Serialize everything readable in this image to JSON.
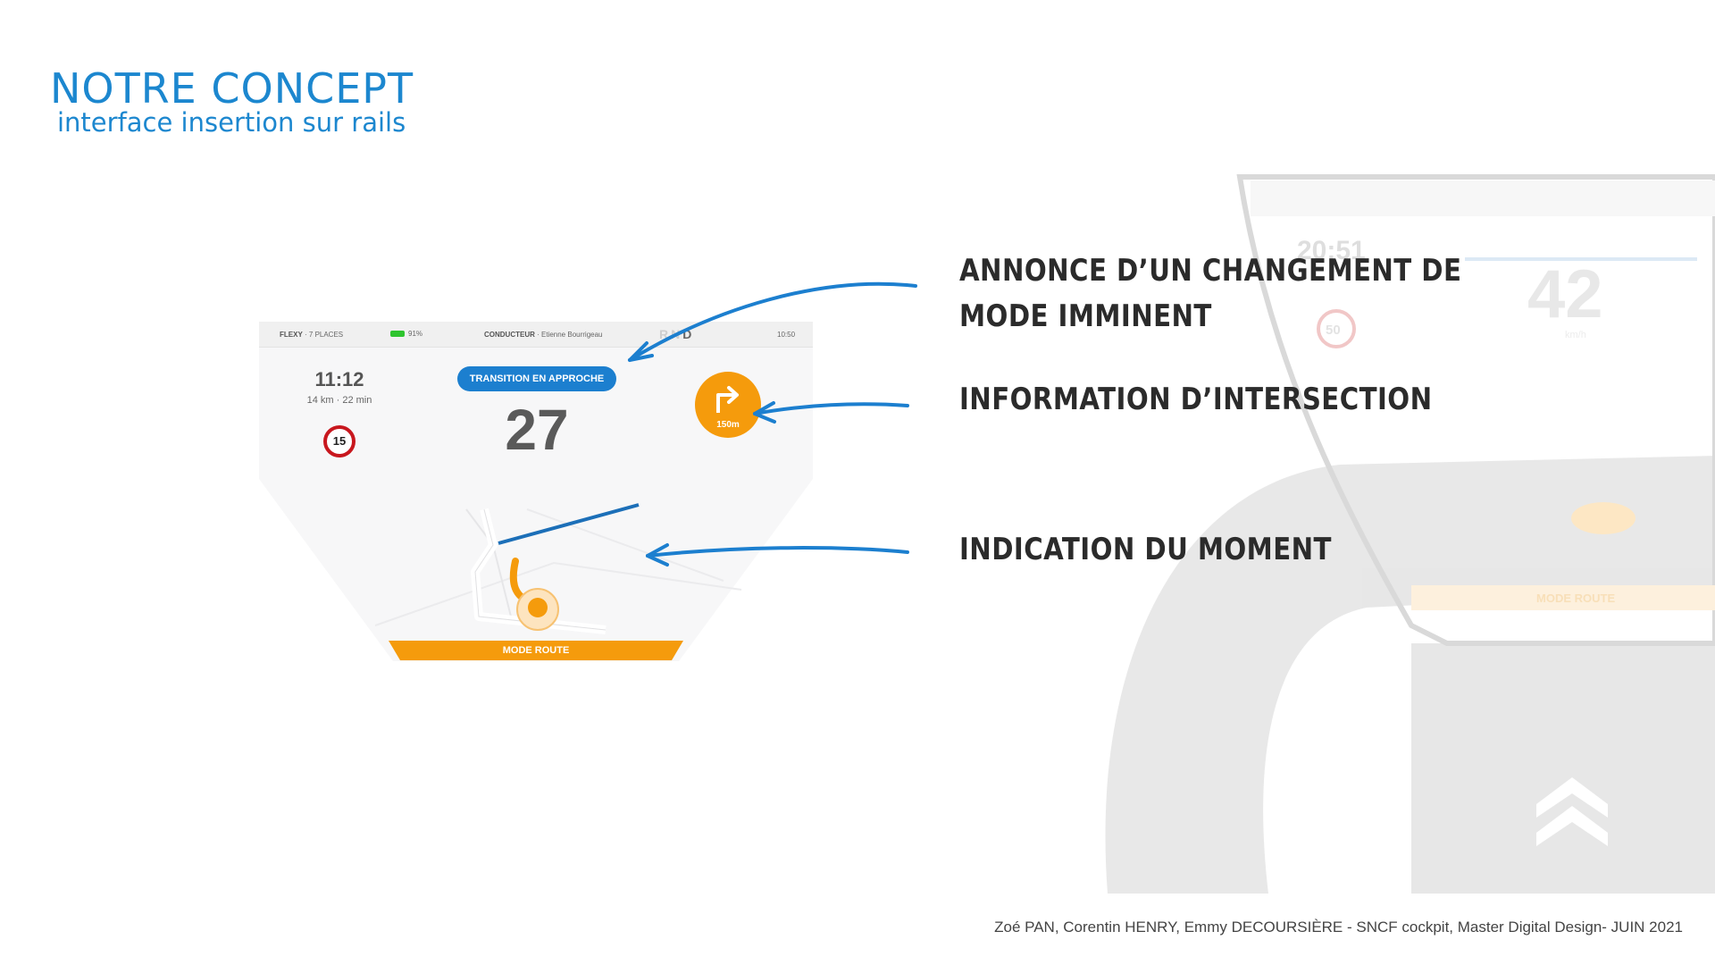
{
  "header": {
    "title": "NOTRE CONCEPT",
    "subtitle": "interface insertion sur rails"
  },
  "dashboard": {
    "statusbar": {
      "vehicle_label": "FLEXY",
      "vehicle_detail": " · 7 PLACES",
      "battery": "91%",
      "driver_label": "CONDUCTEUR",
      "driver_name": " · Etienne Bourrigeau",
      "gears": [
        "R",
        "N",
        "D"
      ],
      "active_gear": "D",
      "clock": "10:50"
    },
    "arrival_time": "11:12",
    "route_info": "14 km · 22 min",
    "speed_limit": "15",
    "transition_badge": "TRANSITION EN APPROCHE",
    "speed": "27",
    "turn_distance": "150m",
    "mode_label": "MODE ROUTE"
  },
  "annotations": {
    "mode_change_line1": "ANNONCE D’UN CHANGEMENT DE",
    "mode_change_line2": "MODE IMMINENT",
    "intersection": "INFORMATION D’INTERSECTION",
    "moment": "INDICATION DU MOMENT"
  },
  "background": {
    "time": "20:51",
    "speed": "42",
    "unit": "km/h",
    "speed_limit": "50",
    "mode_label": "MODE ROUTE"
  },
  "footer": "Zoé PAN, Corentin HENRY, Emmy DECOURSIÈRE - SNCF cockpit, Master Digital Design- JUIN 2021",
  "colors": {
    "accent_blue": "#1c87cf",
    "orange": "#f59b0c",
    "limit_red": "#c8171e",
    "battery_green": "#2ec42e"
  }
}
